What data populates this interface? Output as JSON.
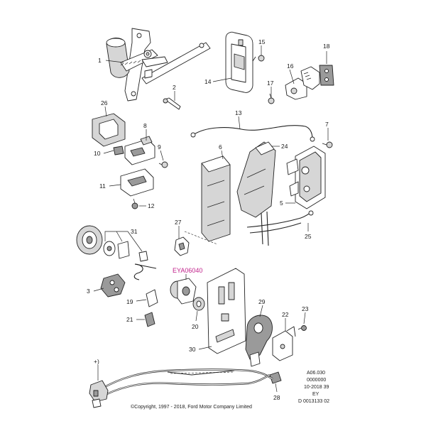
{
  "diagram": {
    "callouts": {
      "c1": "1",
      "c2": "2",
      "c3": "3",
      "c4": "24",
      "c5": "5",
      "c5b": "5",
      "c6": "6",
      "c7": "7",
      "c8": "8",
      "c9": "9",
      "c10": "10",
      "c11": "11",
      "c12": "12",
      "c13": "13",
      "c14": "14",
      "c15": "15",
      "c16": "16",
      "c17": "17",
      "c18": "18",
      "c19": "19",
      "c20": "20",
      "c21": "21",
      "c22": "22",
      "c23": "23",
      "c25": "25",
      "c26": "26",
      "c27": "27",
      "c28": "28",
      "c29": "29",
      "c30": "30",
      "c31": "31",
      "cplus": "+)"
    },
    "hotspot_label": "EYA06040",
    "meta_lines": [
      "A06.030",
      "0000000",
      "10-2018 39",
      "EY",
      "D 0013133 02"
    ],
    "copyright": "©Copyright, 1997 - 2018, Ford Motor Company Limited"
  }
}
